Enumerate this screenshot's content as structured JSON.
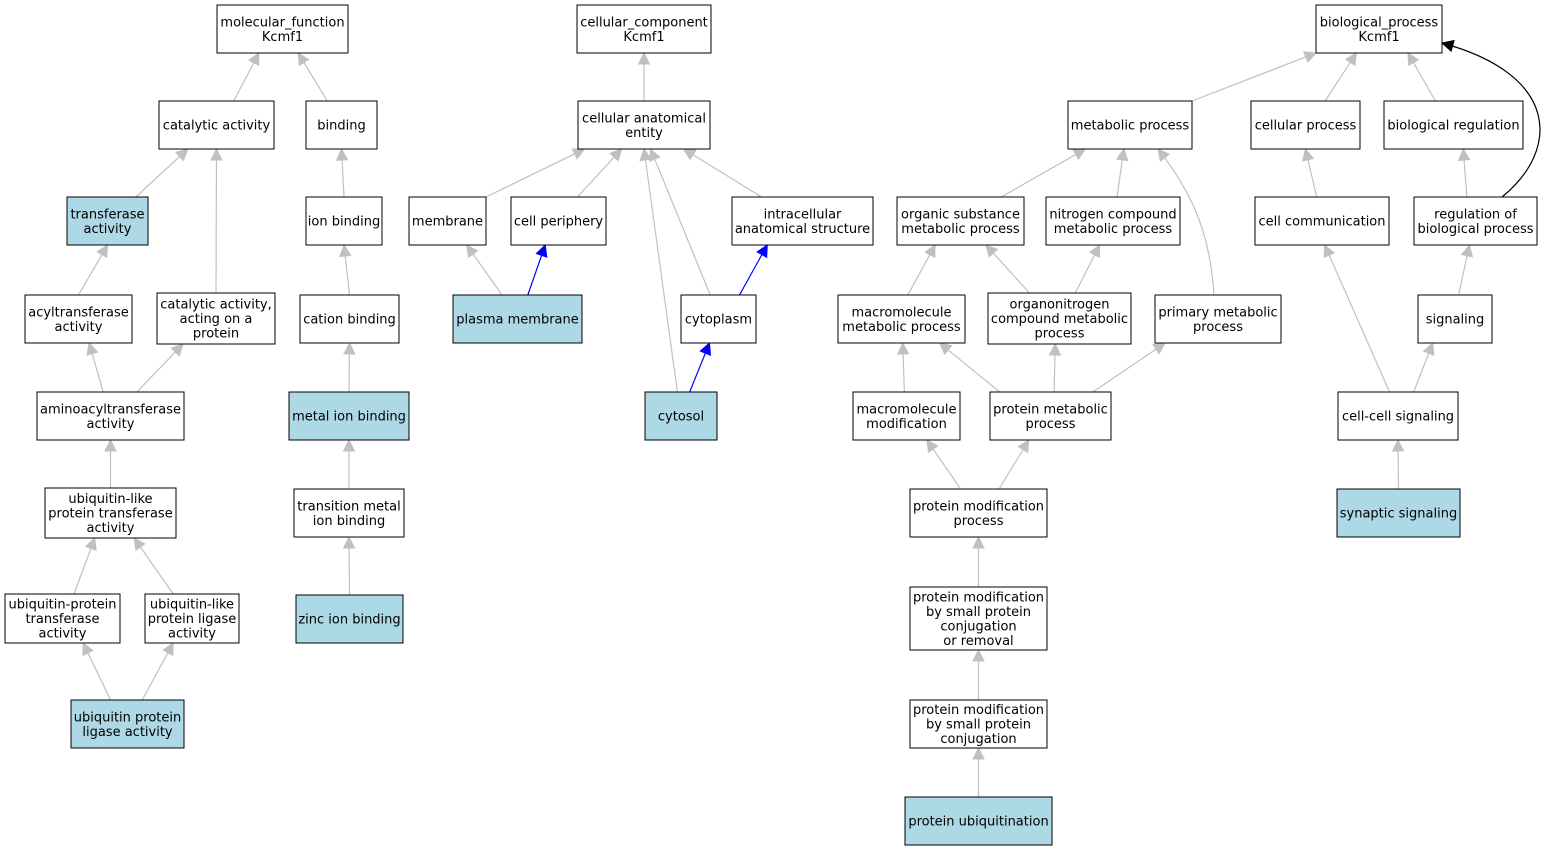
{
  "colors": {
    "default_node": "#ffffff",
    "highlight_node": "#add8e6",
    "edge_gray": "#c0c0c0",
    "edge_blue": "#0000ff",
    "edge_black": "#000000"
  },
  "nodes": [
    {
      "id": "mf_root",
      "lines": [
        "molecular_function",
        "Kcmf1"
      ],
      "highlight": false
    },
    {
      "id": "cc_root",
      "lines": [
        "cellular_component",
        "Kcmf1"
      ],
      "highlight": false
    },
    {
      "id": "bp_root",
      "lines": [
        "biological_process",
        "Kcmf1"
      ],
      "highlight": false
    },
    {
      "id": "catalytic",
      "lines": [
        "catalytic activity"
      ],
      "highlight": false
    },
    {
      "id": "binding",
      "lines": [
        "binding"
      ],
      "highlight": false
    },
    {
      "id": "transferase",
      "lines": [
        "transferase",
        "activity"
      ],
      "highlight": true
    },
    {
      "id": "ion_binding",
      "lines": [
        "ion binding"
      ],
      "highlight": false
    },
    {
      "id": "acyltransferase",
      "lines": [
        "acyltransferase",
        "activity"
      ],
      "highlight": false
    },
    {
      "id": "cat_protein",
      "lines": [
        "catalytic activity,",
        "acting on a",
        "protein"
      ],
      "highlight": false
    },
    {
      "id": "cation_binding",
      "lines": [
        "cation binding"
      ],
      "highlight": false
    },
    {
      "id": "aminoacyl",
      "lines": [
        "aminoacyltransferase",
        "activity"
      ],
      "highlight": false
    },
    {
      "id": "metal_ion",
      "lines": [
        "metal ion binding"
      ],
      "highlight": true
    },
    {
      "id": "ubl_transferase",
      "lines": [
        "ubiquitin-like",
        "protein transferase",
        "activity"
      ],
      "highlight": false
    },
    {
      "id": "transition_metal",
      "lines": [
        "transition metal",
        "ion binding"
      ],
      "highlight": false
    },
    {
      "id": "ub_protein_transferase",
      "lines": [
        "ubiquitin-protein",
        "transferase",
        "activity"
      ],
      "highlight": false
    },
    {
      "id": "ubl_ligase",
      "lines": [
        "ubiquitin-like",
        "protein ligase",
        "activity"
      ],
      "highlight": false
    },
    {
      "id": "zinc",
      "lines": [
        "zinc ion binding"
      ],
      "highlight": true
    },
    {
      "id": "ub_ligase",
      "lines": [
        "ubiquitin protein",
        "ligase activity"
      ],
      "highlight": true
    },
    {
      "id": "cae",
      "lines": [
        "cellular anatomical",
        "entity"
      ],
      "highlight": false
    },
    {
      "id": "membrane",
      "lines": [
        "membrane"
      ],
      "highlight": false
    },
    {
      "id": "cell_periphery",
      "lines": [
        "cell periphery"
      ],
      "highlight": false
    },
    {
      "id": "ias",
      "lines": [
        "intracellular",
        "anatomical structure"
      ],
      "highlight": false
    },
    {
      "id": "plasma_membrane",
      "lines": [
        "plasma membrane"
      ],
      "highlight": true
    },
    {
      "id": "cytoplasm",
      "lines": [
        "cytoplasm"
      ],
      "highlight": false
    },
    {
      "id": "cytosol",
      "lines": [
        "cytosol"
      ],
      "highlight": true
    },
    {
      "id": "metabolic",
      "lines": [
        "metabolic process"
      ],
      "highlight": false
    },
    {
      "id": "cellular_process",
      "lines": [
        "cellular process"
      ],
      "highlight": false
    },
    {
      "id": "bio_reg",
      "lines": [
        "biological regulation"
      ],
      "highlight": false
    },
    {
      "id": "organic_sub",
      "lines": [
        "organic substance",
        "metabolic process"
      ],
      "highlight": false
    },
    {
      "id": "nitrogen",
      "lines": [
        "nitrogen compound",
        "metabolic process"
      ],
      "highlight": false
    },
    {
      "id": "cell_comm",
      "lines": [
        "cell communication"
      ],
      "highlight": false
    },
    {
      "id": "reg_bp",
      "lines": [
        "regulation of",
        "biological process"
      ],
      "highlight": false
    },
    {
      "id": "macro_met",
      "lines": [
        "macromolecule",
        "metabolic process"
      ],
      "highlight": false
    },
    {
      "id": "organonitrogen",
      "lines": [
        "organonitrogen",
        "compound metabolic",
        "process"
      ],
      "highlight": false
    },
    {
      "id": "primary_met",
      "lines": [
        "primary metabolic",
        "process"
      ],
      "highlight": false
    },
    {
      "id": "signaling",
      "lines": [
        "signaling"
      ],
      "highlight": false
    },
    {
      "id": "macro_mod",
      "lines": [
        "macromolecule",
        "modification"
      ],
      "highlight": false
    },
    {
      "id": "protein_met",
      "lines": [
        "protein metabolic",
        "process"
      ],
      "highlight": false
    },
    {
      "id": "cell_cell",
      "lines": [
        "cell-cell signaling"
      ],
      "highlight": false
    },
    {
      "id": "prot_mod",
      "lines": [
        "protein modification",
        "process"
      ],
      "highlight": false
    },
    {
      "id": "synaptic",
      "lines": [
        "synaptic signaling"
      ],
      "highlight": true
    },
    {
      "id": "pm_small_cr",
      "lines": [
        "protein modification",
        "by small protein",
        "conjugation",
        "or removal"
      ],
      "highlight": false
    },
    {
      "id": "pm_small_c",
      "lines": [
        "protein modification",
        "by small protein",
        "conjugation"
      ],
      "highlight": false
    },
    {
      "id": "ubiquitination",
      "lines": [
        "protein ubiquitination"
      ],
      "highlight": true
    }
  ],
  "edges": [
    {
      "from": "catalytic",
      "to": "mf_root",
      "color": "gray"
    },
    {
      "from": "binding",
      "to": "mf_root",
      "color": "gray"
    },
    {
      "from": "transferase",
      "to": "catalytic",
      "color": "gray"
    },
    {
      "from": "cat_protein",
      "to": "catalytic",
      "color": "gray"
    },
    {
      "from": "ion_binding",
      "to": "binding",
      "color": "gray"
    },
    {
      "from": "acyltransferase",
      "to": "transferase",
      "color": "gray"
    },
    {
      "from": "cation_binding",
      "to": "ion_binding",
      "color": "gray"
    },
    {
      "from": "aminoacyl",
      "to": "acyltransferase",
      "color": "gray"
    },
    {
      "from": "aminoacyl",
      "to": "cat_protein",
      "color": "gray"
    },
    {
      "from": "metal_ion",
      "to": "cation_binding",
      "color": "gray"
    },
    {
      "from": "ubl_transferase",
      "to": "aminoacyl",
      "color": "gray"
    },
    {
      "from": "transition_metal",
      "to": "metal_ion",
      "color": "gray"
    },
    {
      "from": "ub_protein_transferase",
      "to": "ubl_transferase",
      "color": "gray"
    },
    {
      "from": "ubl_ligase",
      "to": "ubl_transferase",
      "color": "gray"
    },
    {
      "from": "zinc",
      "to": "transition_metal",
      "color": "gray"
    },
    {
      "from": "ub_ligase",
      "to": "ub_protein_transferase",
      "color": "gray"
    },
    {
      "from": "ub_ligase",
      "to": "ubl_ligase",
      "color": "gray"
    },
    {
      "from": "cae",
      "to": "cc_root",
      "color": "gray"
    },
    {
      "from": "membrane",
      "to": "cae",
      "color": "gray"
    },
    {
      "from": "cell_periphery",
      "to": "cae",
      "color": "gray"
    },
    {
      "from": "ias",
      "to": "cae",
      "color": "gray"
    },
    {
      "from": "cytoplasm",
      "to": "cae",
      "color": "gray"
    },
    {
      "from": "cytosol",
      "to": "cae",
      "color": "gray"
    },
    {
      "from": "plasma_membrane",
      "to": "membrane",
      "color": "gray"
    },
    {
      "from": "plasma_membrane",
      "to": "cell_periphery",
      "color": "blue"
    },
    {
      "from": "cytoplasm",
      "to": "ias",
      "color": "blue"
    },
    {
      "from": "cytosol",
      "to": "cytoplasm",
      "color": "blue"
    },
    {
      "from": "metabolic",
      "to": "bp_root",
      "color": "gray"
    },
    {
      "from": "cellular_process",
      "to": "bp_root",
      "color": "gray"
    },
    {
      "from": "bio_reg",
      "to": "bp_root",
      "color": "gray"
    },
    {
      "from": "reg_bp",
      "to": "bp_root",
      "color": "black",
      "curve": true
    },
    {
      "from": "organic_sub",
      "to": "metabolic",
      "color": "gray"
    },
    {
      "from": "nitrogen",
      "to": "metabolic",
      "color": "gray"
    },
    {
      "from": "primary_met",
      "to": "metabolic",
      "color": "gray",
      "curve": true
    },
    {
      "from": "cell_comm",
      "to": "cellular_process",
      "color": "gray"
    },
    {
      "from": "reg_bp",
      "to": "bio_reg",
      "color": "gray"
    },
    {
      "from": "macro_met",
      "to": "organic_sub",
      "color": "gray"
    },
    {
      "from": "organonitrogen",
      "to": "organic_sub",
      "color": "gray"
    },
    {
      "from": "organonitrogen",
      "to": "nitrogen",
      "color": "gray"
    },
    {
      "from": "signaling",
      "to": "reg_bp",
      "color": "gray"
    },
    {
      "from": "macro_mod",
      "to": "macro_met",
      "color": "gray"
    },
    {
      "from": "protein_met",
      "to": "macro_met",
      "color": "gray"
    },
    {
      "from": "protein_met",
      "to": "organonitrogen",
      "color": "gray"
    },
    {
      "from": "protein_met",
      "to": "primary_met",
      "color": "gray"
    },
    {
      "from": "cell_cell",
      "to": "cell_comm",
      "color": "gray"
    },
    {
      "from": "cell_cell",
      "to": "signaling",
      "color": "gray"
    },
    {
      "from": "prot_mod",
      "to": "macro_mod",
      "color": "gray"
    },
    {
      "from": "prot_mod",
      "to": "protein_met",
      "color": "gray"
    },
    {
      "from": "synaptic",
      "to": "cell_cell",
      "color": "gray"
    },
    {
      "from": "pm_small_cr",
      "to": "prot_mod",
      "color": "gray"
    },
    {
      "from": "pm_small_c",
      "to": "pm_small_cr",
      "color": "gray"
    },
    {
      "from": "ubiquitination",
      "to": "pm_small_c",
      "color": "gray"
    }
  ]
}
